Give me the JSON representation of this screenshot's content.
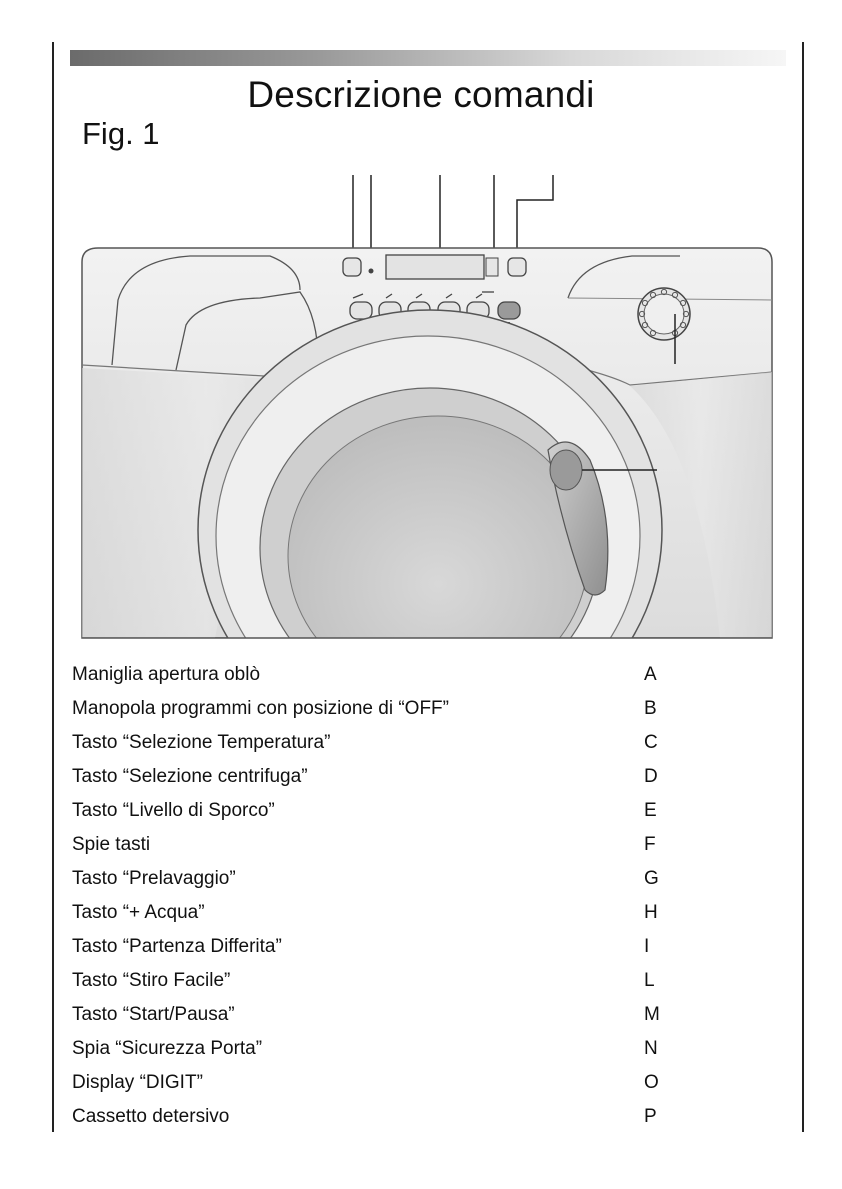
{
  "page": {
    "title": "Descrizione comandi",
    "figure_label": "Fig. 1"
  },
  "legend": [
    {
      "description": "Maniglia apertura oblò",
      "letter": "A"
    },
    {
      "description": "Manopola programmi con posizione di “OFF”",
      "letter": "B"
    },
    {
      "description": "Tasto “Selezione Temperatura”",
      "letter": "C"
    },
    {
      "description": "Tasto “Selezione centrifuga”",
      "letter": "D"
    },
    {
      "description": "Tasto “Livello di Sporco”",
      "letter": "E"
    },
    {
      "description": "Spie tasti",
      "letter": "F"
    },
    {
      "description": "Tasto “Prelavaggio”",
      "letter": "G"
    },
    {
      "description": "Tasto “+ Acqua”",
      "letter": "H"
    },
    {
      "description": "Tasto “Partenza Differita”",
      "letter": "I"
    },
    {
      "description": "Tasto “Stiro Facile”",
      "letter": "L"
    },
    {
      "description": "Tasto “Start/Pausa”",
      "letter": "M"
    },
    {
      "description": "Spia “Sicurezza Porta”",
      "letter": "N"
    },
    {
      "description": "Display “DIGIT”",
      "letter": "O"
    },
    {
      "description": "Cassetto detersivo",
      "letter": "P"
    }
  ]
}
